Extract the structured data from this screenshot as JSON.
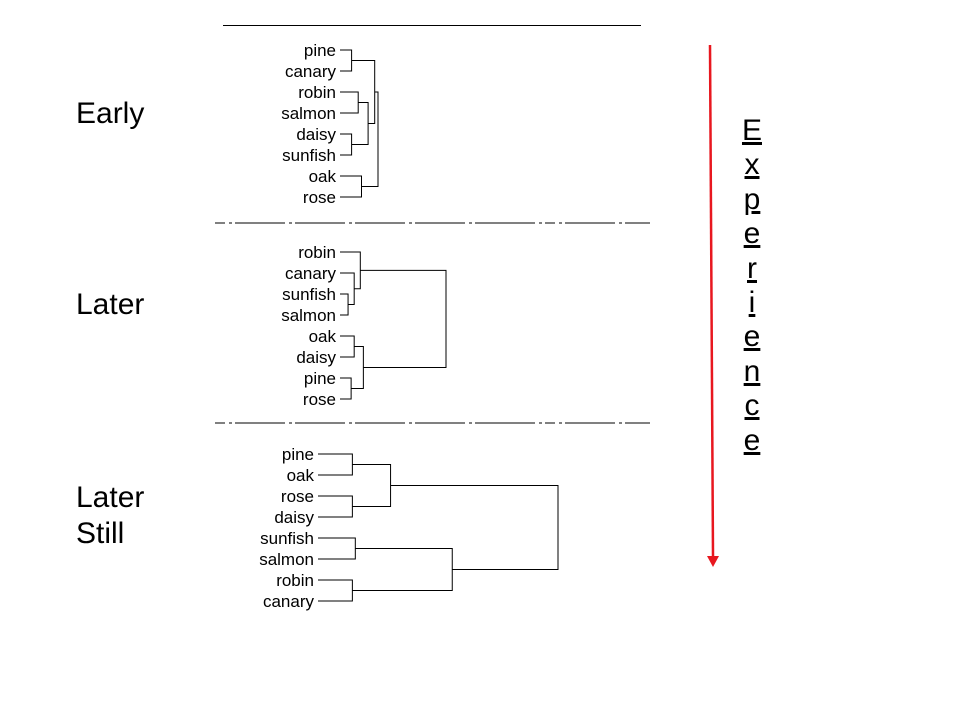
{
  "slide": {
    "stages": [
      {
        "label": "Early"
      },
      {
        "label": "Later"
      },
      {
        "label": "Later Still"
      }
    ],
    "axis_word": "Experience",
    "arrow_color": "#e8171f"
  },
  "dendrograms": [
    {
      "stage": "Early",
      "leaves": [
        "pine",
        "canary",
        "robin",
        "salmon",
        "daisy",
        "sunfish",
        "oak",
        "rose"
      ],
      "merges": [
        {
          "a": "L0",
          "b": "L1",
          "height": 2
        },
        {
          "a": "L4",
          "b": "L5",
          "height": 2
        },
        {
          "a": "L2",
          "b": "L3",
          "height": 4
        },
        {
          "a": "L6",
          "b": "L7",
          "height": 5
        },
        {
          "a": "M1",
          "b": "M2",
          "height": 7
        },
        {
          "a": "M0",
          "b": "M4",
          "height": 9
        },
        {
          "a": "M5",
          "b": "M3",
          "height": 10
        }
      ]
    },
    {
      "stage": "Later",
      "leaves": [
        "robin",
        "canary",
        "sunfish",
        "salmon",
        "oak",
        "daisy",
        "pine",
        "rose"
      ],
      "merges": [
        {
          "a": "L2",
          "b": "L3",
          "height": 1
        },
        {
          "a": "L6",
          "b": "L7",
          "height": 2
        },
        {
          "a": "L1",
          "b": "M0",
          "height": 3
        },
        {
          "a": "L4",
          "b": "L5",
          "height": 3
        },
        {
          "a": "L0",
          "b": "M2",
          "height": 5
        },
        {
          "a": "M3",
          "b": "M1",
          "height": 6
        },
        {
          "a": "M4",
          "b": "M5",
          "height": 33
        }
      ]
    },
    {
      "stage": "Later Still",
      "leaves": [
        "pine",
        "oak",
        "rose",
        "daisy",
        "sunfish",
        "salmon",
        "robin",
        "canary"
      ],
      "merges": [
        {
          "a": "L0",
          "b": "L1",
          "height": 10
        },
        {
          "a": "L2",
          "b": "L3",
          "height": 10
        },
        {
          "a": "L4",
          "b": "L5",
          "height": 11
        },
        {
          "a": "L6",
          "b": "L7",
          "height": 10
        },
        {
          "a": "M0",
          "b": "M1",
          "height": 23
        },
        {
          "a": "M2",
          "b": "M3",
          "height": 44
        },
        {
          "a": "M4",
          "b": "M5",
          "height": 80
        }
      ]
    }
  ]
}
